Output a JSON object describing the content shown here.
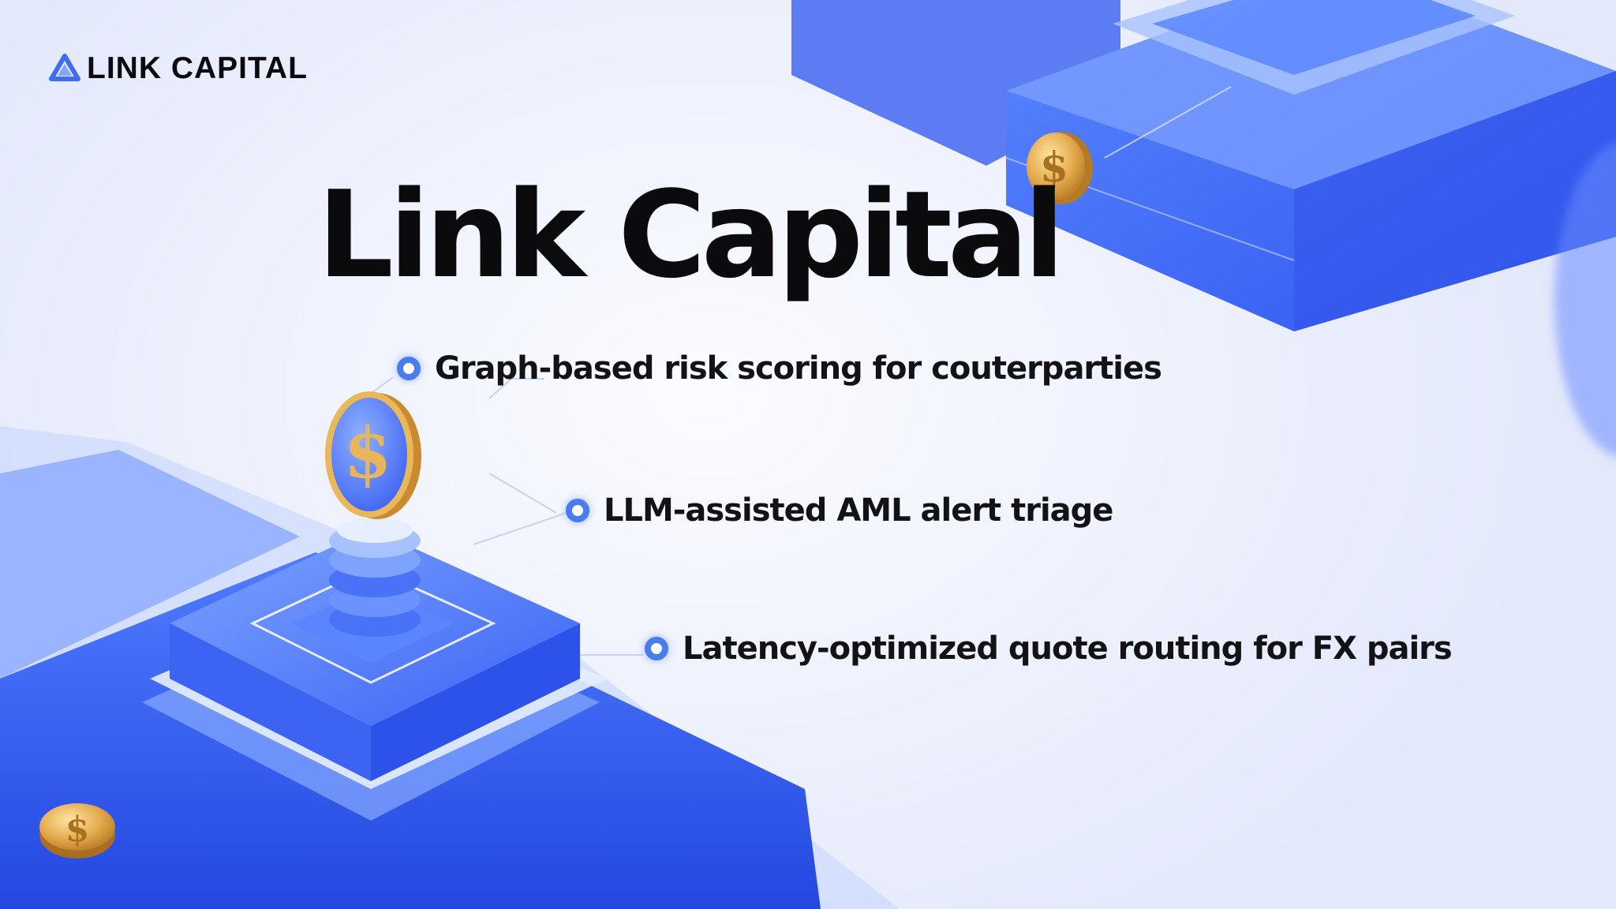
{
  "brand": {
    "logo_text": "LINK CAPITAL"
  },
  "hero": {
    "title": "Link Capital"
  },
  "bullets": [
    {
      "text": "Graph-based risk scoring for couterparties"
    },
    {
      "text": "LLM-assisted AML alert triage"
    },
    {
      "text": "Latency-optimized quote routing for FX pairs"
    }
  ],
  "colors": {
    "accent": "#4a7cf0",
    "text": "#0b0b0d",
    "coin": "#e0a84a",
    "platform": "#3f6cf6"
  },
  "icons": [
    "logo-icon",
    "dollar-coin-icon"
  ]
}
